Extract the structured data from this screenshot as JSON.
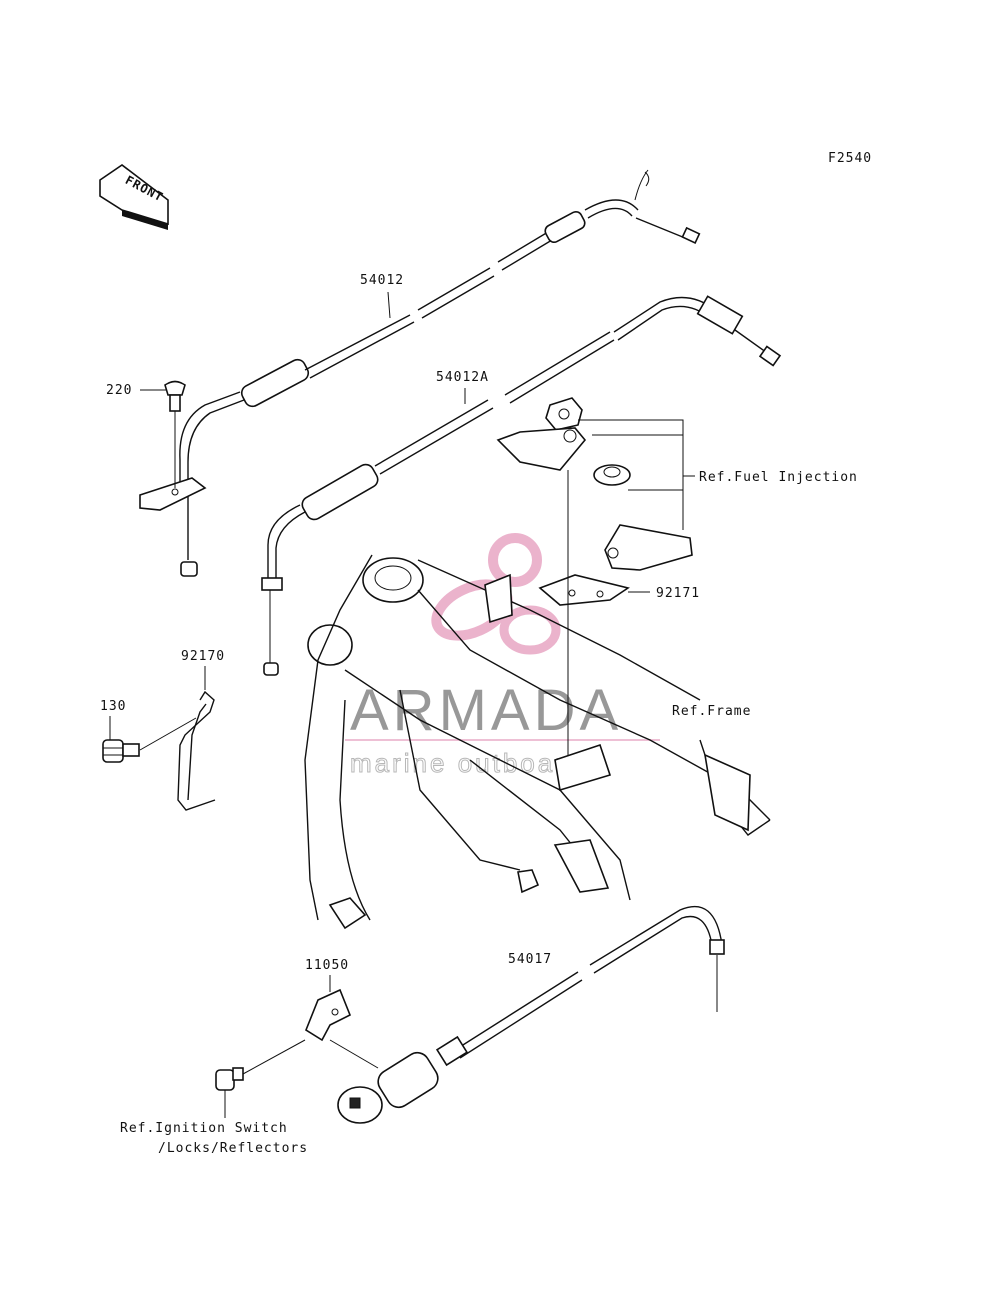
{
  "diagram": {
    "figure_code": "F2540",
    "front_label": "FRONT",
    "watermark": {
      "title": "ARMADA",
      "subtitle": "marine outboards",
      "accent_color": "#e8a6c4"
    },
    "labels": {
      "p54012": "54012",
      "p54012A": "54012A",
      "p220": "220",
      "p92170": "92170",
      "p130": "130",
      "p92171": "92171",
      "p11050": "11050",
      "p54017": "54017",
      "ref_fuel": "Ref.Fuel Injection",
      "ref_frame": "Ref.Frame",
      "ref_ign_1": "Ref.Ignition Switch",
      "ref_ign_2": "/Locks/Reflectors"
    }
  }
}
